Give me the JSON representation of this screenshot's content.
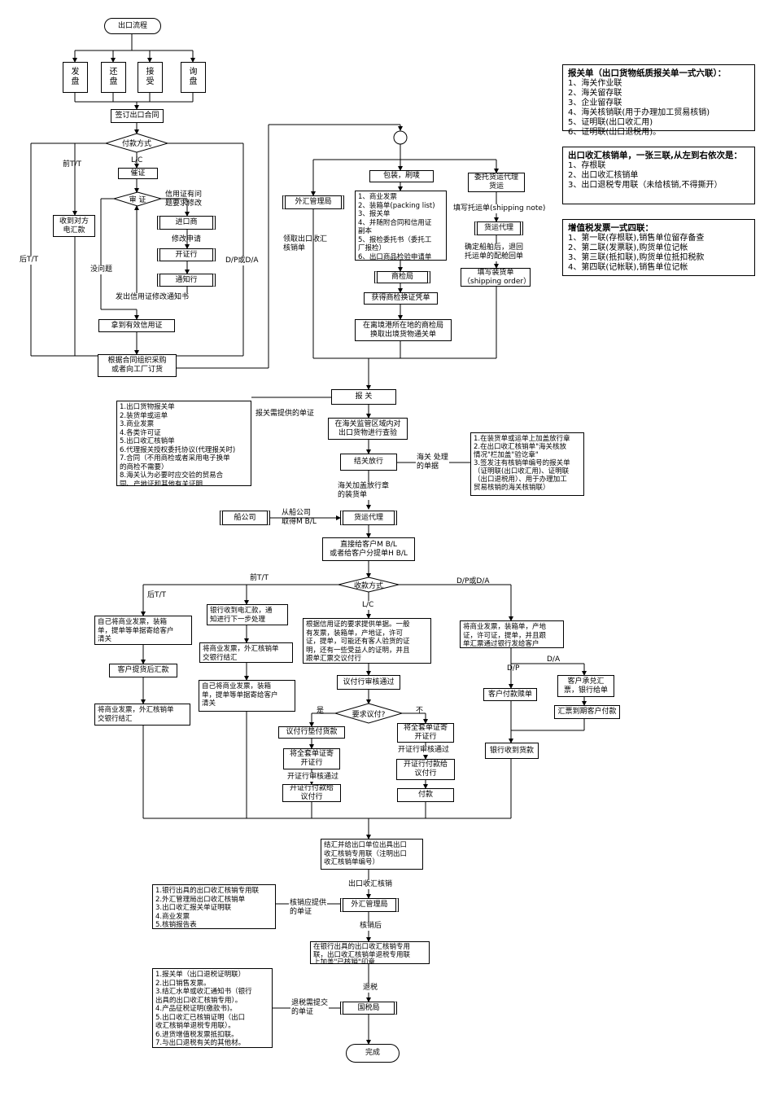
{
  "nodes": {
    "start": "出口流程",
    "fapan": "发\n盘",
    "huanpan": "还\n盘",
    "jieshou": "接\n受",
    "xunpan": "询\n盘",
    "contract": "签订出口合同",
    "payment_method": "付款方式",
    "cuizheng": "催证",
    "shenzheng": "审 证",
    "receive_tt": "收到对方\n电汇款",
    "importer": "进口商",
    "issuing_bank": "开证行",
    "advising_bank": "通知行",
    "valid_lc": "拿到有效信用证",
    "organize_purchase": "根据合同组织采购\n或者向工厂订货",
    "forex_bureau_1": "外汇管理局",
    "receive_verification": "领取出口收汇\n核销单",
    "pack_mark": "包装，刷唛",
    "docs_list": "1、商业发票\n2、装箱单(packing list)\n3、报关单\n4、并随附合同和信用证\n副本\n5、报检委托书（委托工\n厂报检）\n6、出口商品检验申请单",
    "ciq": "商检局",
    "ciq_cert": "获得商检换证凭单",
    "ciq_exchange": "在离境港所在地的商检局\n换取出境货物通关单",
    "entrust_forwarder": "委托货运代理\n货运",
    "forwarder_1": "货运代理",
    "shipping_order": "填写装货单\n（shipping order）",
    "declare": "报 关",
    "inspection": "在海关监管区域内对\n出口货物进行查验",
    "release": "结关放行",
    "forwarder_2": "货运代理",
    "shipping_co": "船公司",
    "bl_handover": "直接给客户M B/L\n或者给客户分提单H B/L",
    "payment_method_2": "收款方式",
    "lc_docs": "根据信用证的要求提供单据。一般\n有发票，装箱单，产地证，许可\n证，提单，可能还有客人验货的证\n明，还有一些受益人的证明，并且\n跟单汇票交议付行",
    "negotiating_review": "议付行审核通过",
    "require_negotiation": "要求议付?",
    "negotiating_pay": "议付行垫付货款",
    "send_issuing_1": "将全套单证寄\n开证行",
    "issuing_pay_1": "开证行付款给\n议付行",
    "send_issuing_2": "将全套单证寄\n开证行",
    "issuing_pay_2": "开证行付款给\n议付行",
    "payment": "付款",
    "after_tt_1": "自己将商业发票，装箱\n单，提单等单据寄给客户\n清关",
    "customer_remit": "客户提货后汇款",
    "after_tt_settle": "将商业发票，外汇核销单\n交银行结汇",
    "bank_receive_tt": "银行收到电汇款，通\n知进行下一步处理",
    "pre_tt_settle": "将商业发票，外汇核销单\n交银行结汇",
    "pre_tt_docs": "自己将商业发票，装箱\n单，提单等单据寄给客户\n清关",
    "dp_da_docs": "将商业发票，装箱单，产地\n证，许可证，提单，并且跟\n单汇票通过银行发给客户",
    "customer_pay_redeem": "客户付款赎单",
    "customer_accept": "客户承兑汇\n票，银行给单",
    "draft_due": "汇票到期客户付款",
    "bank_receive_payment": "银行收到货款",
    "settlement": "结汇并给出口单位出具出口\n收汇核销专用联（注明出口\n收汇核销单编号）",
    "forex_bureau_2": "外汇管理局",
    "stamp": "在银行出具的出口收汇核销专用\n联，出口收汇核销单退税专用联\n上加盖\"已核销\"印章",
    "tax_bureau": "国税局",
    "done": "完成"
  },
  "edge_labels": {
    "lc": "L/C",
    "pre_tt": "前T/T",
    "post_tt": "后T/T",
    "dp_da": "D/P或D/A",
    "lc_amend": "信用证有问\n题要求修改",
    "amend_apply": "修改申请",
    "no_problem": "没问题",
    "amend_notice": "发出信用证修改通知书",
    "fill_booking": "填写托运单(shipping note)",
    "confirm_ship": "确定船舶后，退回\n托运单的配舱回单",
    "declare_docs_label": "报关需提供的单证",
    "customs_docs_label": "海关 处理\n的单据",
    "customs_stamp": "海关加盖放行章\n的装货单",
    "from_shipping": "从船公司\n取得M B/L",
    "lc2": "L/C",
    "pre_tt2": "前T/T",
    "post_tt2": "后T/T",
    "dp_da2": "D/P或D/A",
    "yes": "是",
    "no": "不",
    "issuing_review_1": "开证行审核通过",
    "issuing_review_2": "开证行审核通过",
    "dp": "D/P",
    "da": "D/A",
    "export_verification": "出口收汇核销",
    "verification_docs_label": "核销应提供\n的单证",
    "after_verification": "核销后",
    "tax_refund": "退税",
    "tax_docs_label": "退税需提交\n的单证"
  },
  "notes": {
    "declare_docs": "1.出口货物报关单\n2.装货单或运单\n3.商业发票\n4.各类许可证\n5.出口收汇核销单\n6.代理报关授权委托协议(代理报关时)\n7.合同（不用商检或者采用电子换单\n的商检不需要）\n8.海关认为必要时应交验的贸易合\n同、产地证和其他有关证明",
    "customs_docs": "1.在装货单或运单上加盖放行章\n2.在出口收汇核销单\"海关核放\n情况\"栏加盖\"验讫章\"\n3.签发注有核销单编号的报关单\n（证明联(出口收汇用)、证明联\n（出口退税用）、用于办理加工\n贸易核销的海关核销联）",
    "verification_docs": "1.银行出具的出口收汇核销专用联\n2.外汇管理局出口收汇核销单\n3.出口收汇报关单证明联\n4.商业发票\n5.核销报告表",
    "tax_docs": "1.报关单（出口退税证明联）\n2.出口销售发票。\n3.结汇水单或收汇通知书（银行\n出具的出口收汇核销专用）。\n4.产品征税证明(缴款书)。\n5.出口收汇已核销证明（出口\n收汇核销单退税专用联）。\n6.进货增值税发票抵扣联。\n7.与出口退税有关的其他材。"
  },
  "sidebar": {
    "customs_form": {
      "title": "报关单（出口货物纸质报关单一式六联）：",
      "items": [
        "1、海关作业联",
        "2、海关留存联",
        "3、企业留存联",
        "4、海关核销联(用于办理加工贸易核销)",
        "5、证明联(出口收汇用)",
        "6、证明联(出口退税用)。"
      ]
    },
    "verification_form": {
      "title": "出口收汇核销单，一张三联,从左到右依次是：",
      "items": [
        "1、存根联",
        "2、出口收汇核销单",
        "3、出口退税专用联（未给核销,不得撕开）"
      ]
    },
    "vat_invoice": {
      "title": "增值税发票一式四联：",
      "items": [
        "1、第一联(存根联),销售单位留存备查",
        "2、第二联(发票联),购货单位记帐",
        "3、第三联(抵扣联),购货单位抵扣税款",
        "4、第四联(记帐联),销售单位记帐"
      ]
    }
  }
}
